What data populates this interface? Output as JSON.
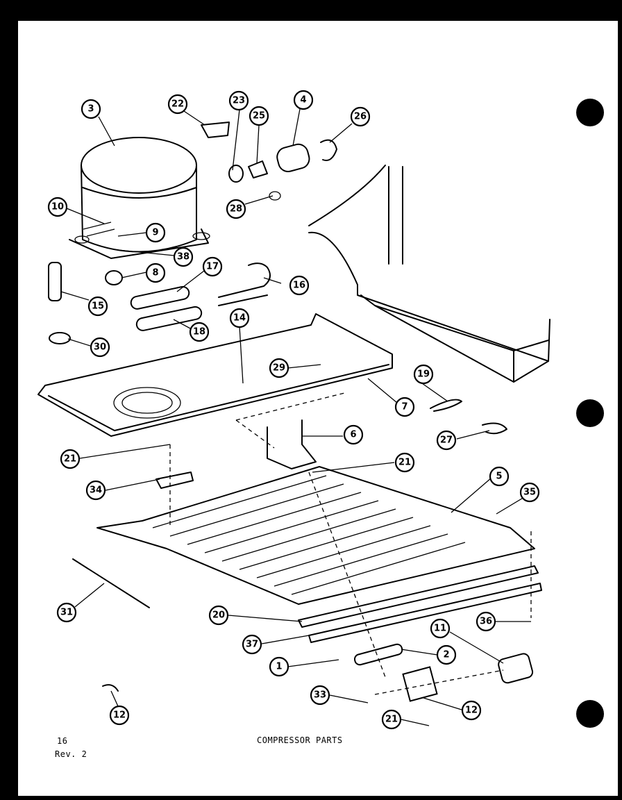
{
  "page": {
    "number": "16",
    "revision": "Rev. 2",
    "title": "COMPRESSOR PARTS"
  },
  "callouts": [
    "1",
    "2",
    "3",
    "4",
    "5",
    "6",
    "7",
    "8",
    "9",
    "10",
    "11",
    "12",
    "12",
    "14",
    "15",
    "16",
    "17",
    "18",
    "19",
    "20",
    "21",
    "21",
    "21",
    "22",
    "23",
    "25",
    "26",
    "27",
    "28",
    "29",
    "30",
    "31",
    "33",
    "34",
    "35",
    "36",
    "37",
    "38"
  ]
}
